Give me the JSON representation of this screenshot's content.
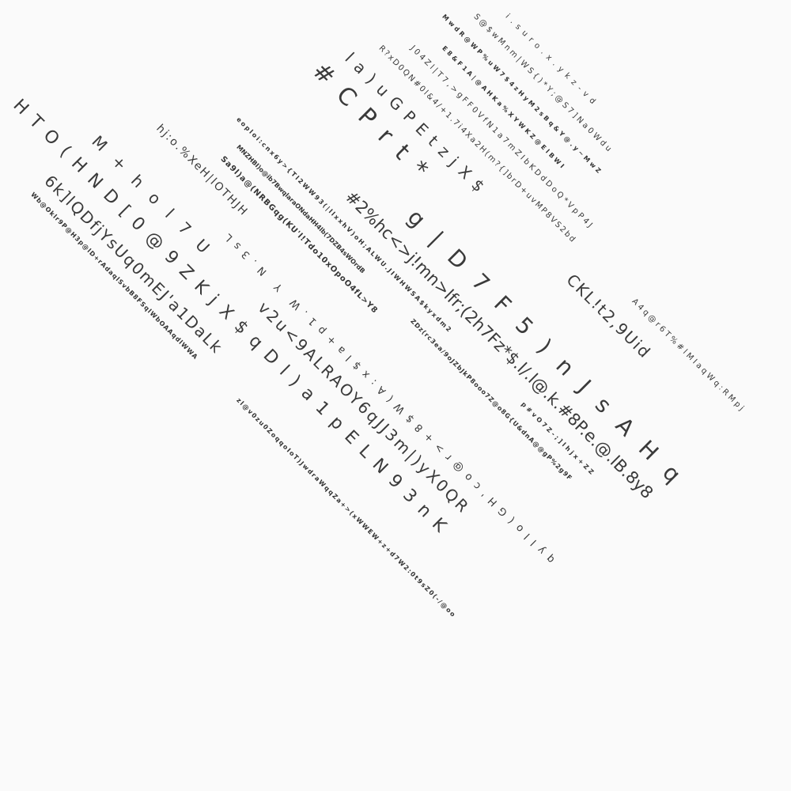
{
  "lines": [
    "# C P r t *",
    "g|D7F5)nJsAHq",
    "#2%hc<>j!mn>lfr;(2h7Fz*$.l/.l@.k.#8P.e.@.lB.8y8",
    "HTO(HND[0@9ZKjX$qDl)a1pELN93nK",
    "v2u<9ALRAOY6qJJ3m|)yX0QR",
    "6k]lQDfjYsUq0mEJ'a1DaLk",
    "CKL!t2,9Uid",
    "qyllo(GH'co@r>+8$W(A:x$la+p1.W Y N.3sL",
    "la)uGPEtzjX$",
    "M+hol7U",
    "eoploi:cnx6y>{Tl2WW93(|llxxhV)oH;ALWU.JIWHWSA$kyxdm2",
    "zl@v0zu0ZoqqoIoT)JwdraWqqZa+>(xWWEW+z+d7W2:0t9sZ0(-/@oo",
    "MwdR@WP%uW7$4zHyM2sBq&Y@.y~MwZ",
    "S@$wMnm|WS{)*Y;@S7]Na0Wdu",
    "MNZHBI)o@ib7BwqlaraONdaHH4lb(7DZB4sWOrdB",
    "ZDz(rc3ea/9oJZbJkP8ooo7Z@o8G{U&dnA@@gP%2g9F",
    "E8&F1A|@AHKa%XYWKZ@ElBWI",
    "Wb@Oklr9P@H3p@lD+rAdaqlSvbB8FSqlWbOAAqdlWWA",
    "hj:o.%XeH|lOTHJH",
    "p#vO7Z-;]lhjx+ZZ",
    "i.suro.x.ykz-vd",
    "R?xD0QN#0l&4/+1.7i4Xa2H(m?{]brD+uvMP8VS2bd",
    "J04Zl|T7,>gFF0VfN1a7mZIbKDdDoQ*VpP4J",
    "Sa9l)a@(NRBGqg(KU'l!Tdo10xOpoO4fL>Y8",
    "A4q@r6T%#lMIaqWq:RMpj"
  ]
}
